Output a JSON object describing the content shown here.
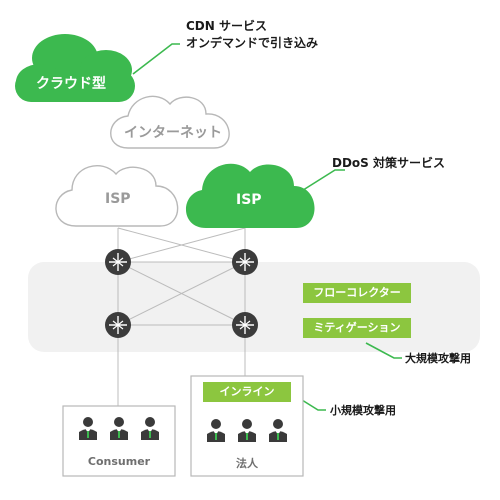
{
  "top_note": {
    "line1": "CDN サービス",
    "line2": "オンデマンドで引き込み"
  },
  "clouds": {
    "cloud_type": "クラウド型",
    "internet": "インターネット",
    "isp_left": "ISP",
    "isp_right": "ISP"
  },
  "ddos_note": "DDoS 対策サービス",
  "appliances": {
    "flow_collector": "フローコレクター",
    "mitigation": "ミティゲーション",
    "inline": "インライン"
  },
  "notes": {
    "large_scale": "大規模攻撃用",
    "small_scale": "小規模攻撃用"
  },
  "sites": {
    "consumer": "Consumer",
    "corporate": "法人"
  },
  "colors": {
    "accent": "#3cb94f",
    "appliance": "#8cc63f",
    "router": "#3c3c3c",
    "band": "#f1f1f1",
    "cloud_outline": "#b8b8b8"
  }
}
